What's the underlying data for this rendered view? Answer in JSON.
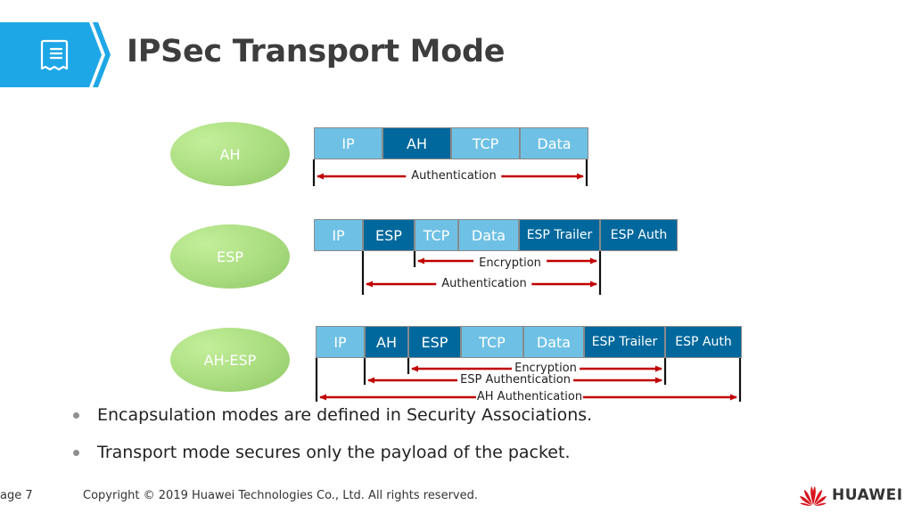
{
  "header": {
    "title": "IPSec Transport Mode",
    "icon": "document-receipt-icon",
    "accent_color": "#1ea7e6"
  },
  "modes": [
    {
      "label": "AH",
      "segments": [
        {
          "label": "IP",
          "tone": "light"
        },
        {
          "label": "AH",
          "tone": "dark"
        },
        {
          "label": "TCP",
          "tone": "light"
        },
        {
          "label": "Data",
          "tone": "light"
        }
      ],
      "ranges": [
        {
          "label": "Authentication",
          "from_segment": "IP",
          "to_segment": "Data"
        }
      ]
    },
    {
      "label": "ESP",
      "segments": [
        {
          "label": "IP",
          "tone": "light"
        },
        {
          "label": "ESP",
          "tone": "dark"
        },
        {
          "label": "TCP",
          "tone": "light"
        },
        {
          "label": "Data",
          "tone": "light"
        },
        {
          "label": "ESP Trailer",
          "tone": "dark"
        },
        {
          "label": "ESP Auth",
          "tone": "dark"
        }
      ],
      "ranges": [
        {
          "label": "Encryption",
          "from_segment": "TCP",
          "to_segment": "ESP Trailer"
        },
        {
          "label": "Authentication",
          "from_segment": "ESP",
          "to_segment": "ESP Trailer"
        }
      ]
    },
    {
      "label": "AH-ESP",
      "segments": [
        {
          "label": "IP",
          "tone": "light"
        },
        {
          "label": "AH",
          "tone": "dark"
        },
        {
          "label": "ESP",
          "tone": "dark"
        },
        {
          "label": "TCP",
          "tone": "light"
        },
        {
          "label": "Data",
          "tone": "light"
        },
        {
          "label": "ESP Trailer",
          "tone": "dark"
        },
        {
          "label": "ESP Auth",
          "tone": "dark"
        }
      ],
      "ranges": [
        {
          "label": "Encryption",
          "from_segment": "ESP",
          "to_segment": "ESP Trailer"
        },
        {
          "label": "ESP Authentication",
          "from_segment": "AH",
          "to_segment": "ESP Trailer"
        },
        {
          "label": "AH Authentication",
          "from_segment": "IP",
          "to_segment": "ESP Auth"
        }
      ]
    }
  ],
  "colors": {
    "segment_light": "#6ec1e4",
    "segment_dark": "#00689c",
    "arrow": "#c00000",
    "mode_ellipse": "#a9dc7f"
  },
  "bullets": [
    "Encapsulation modes are defined in Security Associations.",
    "Transport mode secures only the payload of the packet."
  ],
  "footer": {
    "page_label": "age 7",
    "copyright": "Copyright © 2019 Huawei Technologies Co., Ltd. All rights reserved.",
    "brand": "HUAWEI"
  }
}
